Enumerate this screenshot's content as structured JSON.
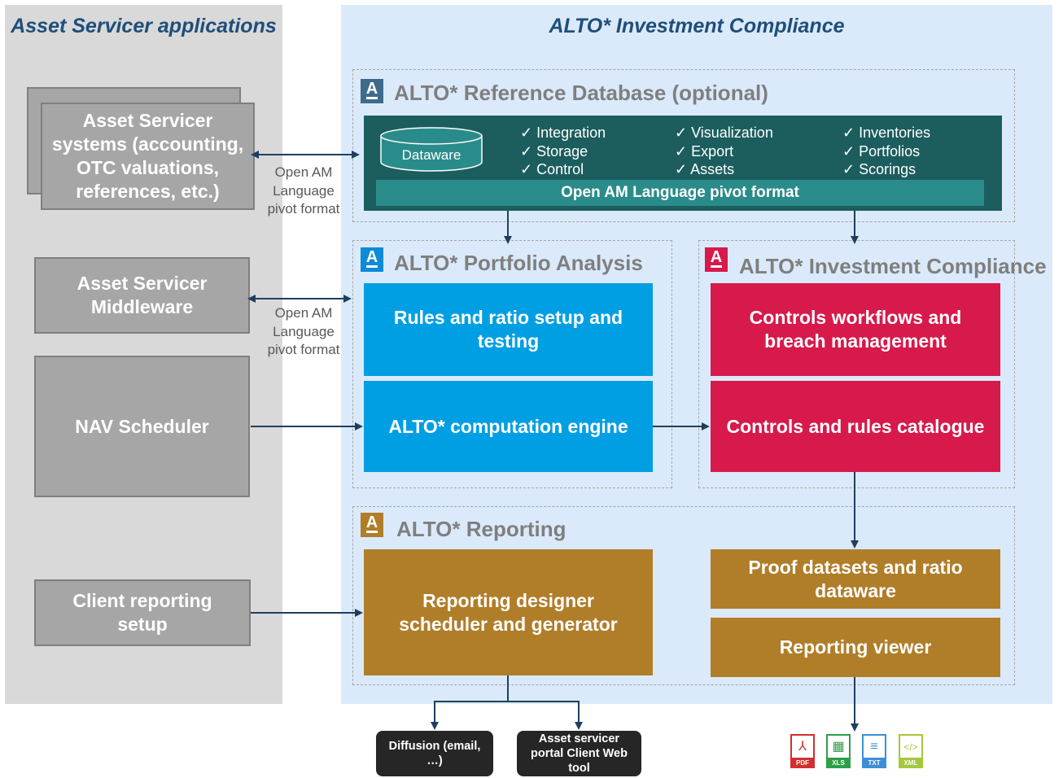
{
  "left_panel": {
    "title": "Asset Servicer applications"
  },
  "right_panel": {
    "title": "ALTO* Investment Compliance"
  },
  "left_boxes": {
    "systems": "Asset Servicer systems (accounting, OTC valuations, references, etc.)",
    "middleware": "Asset Servicer Middleware",
    "nav": "NAV Scheduler",
    "client": "Client reporting setup"
  },
  "labels": {
    "open_am_1": "Open AM Language pivot format",
    "open_am_2": "Open AM Language pivot format"
  },
  "reference_db": {
    "title": "ALTO* Reference Database (optional)",
    "dataware": "Dataware",
    "features": [
      [
        "Integration",
        "Storage",
        "Control"
      ],
      [
        "Visualization",
        "Export",
        "Assets"
      ],
      [
        "Inventories",
        "Portfolios",
        "Scorings"
      ]
    ],
    "pivot_bar": "Open AM Language pivot format"
  },
  "portfolio_analysis": {
    "title": "ALTO* Portfolio Analysis",
    "box1": "Rules and ratio setup and testing",
    "box2": "ALTO* computation engine"
  },
  "investment_compliance": {
    "title": "ALTO* Investment Compliance",
    "box1": "Controls workflows and breach management",
    "box2": "Controls and rules catalogue"
  },
  "reporting": {
    "title": "ALTO* Reporting",
    "designer": "Reporting designer scheduler and generator",
    "proof": "Proof datasets and ratio dataware",
    "viewer": "Reporting viewer"
  },
  "outputs": {
    "diffusion": "Diffusion (email, …)",
    "portal": "Asset servicer portal Client Web tool"
  },
  "file_icons": [
    {
      "name": "pdf-file-icon",
      "label": "PDF",
      "color": "#d32f2f",
      "glyph": "⅄"
    },
    {
      "name": "xls-file-icon",
      "label": "XLS",
      "color": "#2e9e48",
      "glyph": "▦"
    },
    {
      "name": "txt-file-icon",
      "label": "TXT",
      "color": "#3d8fd6",
      "glyph": "≡"
    },
    {
      "name": "xml-file-icon",
      "label": "XML",
      "color": "#a3c83c",
      "glyph": "</>"
    }
  ],
  "logo_letter": "A",
  "colors": {
    "navy": "#1f4e79",
    "teal_dark": "#1c5d5e",
    "teal_bar": "#2a8c8a",
    "blue": "#009fe3",
    "red": "#d7194b",
    "gold": "#b07e29",
    "arrow": "#1f3f5f"
  }
}
